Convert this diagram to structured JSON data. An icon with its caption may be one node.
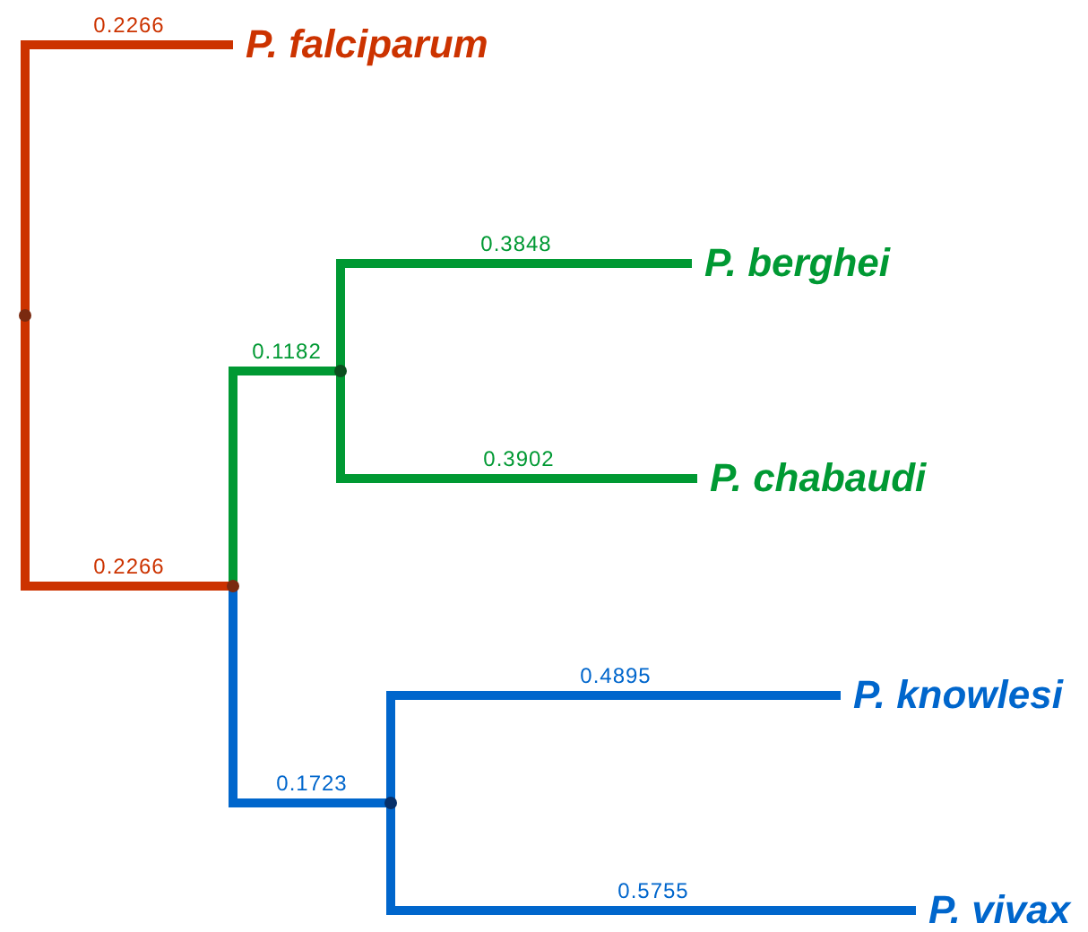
{
  "diagram": {
    "nodes": [
      {
        "text": [],
        "shape": "dot"
      },
      {
        "text": [
          "P. falciparum"
        ]
      },
      {
        "text": [],
        "shape": "dot"
      },
      {
        "text": [],
        "shape": "dot"
      },
      {
        "text": [
          "P. berghei"
        ]
      },
      {
        "text": [
          "P. chabaudi"
        ]
      },
      {
        "text": [],
        "shape": "dot"
      },
      {
        "text": [
          "P. knowlesi"
        ]
      },
      {
        "text": [
          "P. vivax"
        ]
      }
    ],
    "edges": [
      {
        "from": 0,
        "to": 1,
        "arrow": "none",
        "label": "0.2266",
        "color": "#cc3300"
      },
      {
        "from": 0,
        "to": 2,
        "arrow": "none",
        "label": "0.2266",
        "color": "#cc3300"
      },
      {
        "from": 2,
        "to": 3,
        "arrow": "none",
        "label": "0.1182",
        "color": "#009933"
      },
      {
        "from": 3,
        "to": 4,
        "arrow": "none",
        "label": "0.3848",
        "color": "#009933"
      },
      {
        "from": 3,
        "to": 5,
        "arrow": "none",
        "label": "0.3902",
        "color": "#009933"
      },
      {
        "from": 2,
        "to": 6,
        "arrow": "none",
        "label": "0.1723",
        "color": "#0066cc"
      },
      {
        "from": 6,
        "to": 7,
        "arrow": "none",
        "label": "0.4895",
        "color": "#0066cc"
      },
      {
        "from": 6,
        "to": 8,
        "arrow": "none",
        "label": "0.5755",
        "color": "#0066cc"
      }
    ]
  }
}
